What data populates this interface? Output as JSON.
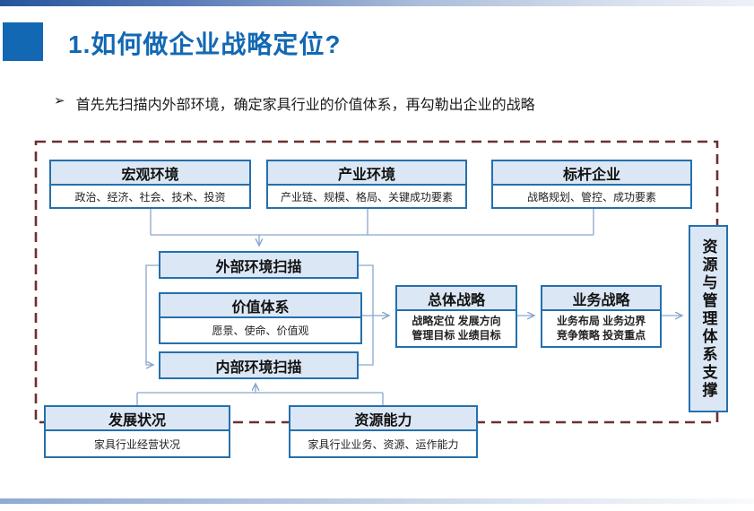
{
  "page": {
    "title": "1.如何做企业战略定位?",
    "bullet_marker": "➢",
    "bullet": "首先先扫描内外部环境，确定家具行业的价值体系，再勾勒出企业的战略"
  },
  "colors": {
    "accent_blue": "#1268b3",
    "box_border": "#2470ad",
    "box_header_fill": "#dce7f5",
    "dashed_frame": "#6e2f2f",
    "connector": "#8aa6cb",
    "top_bar_left": "#26549c",
    "bottom_bar_left": "#8fa9d4"
  },
  "diagram": {
    "top_row": [
      {
        "title": "宏观环境",
        "body": "政治、经济、社会、技术、投资"
      },
      {
        "title": "产业环境",
        "body": "产业链、规模、格局、关键成功要素"
      },
      {
        "title": "标杆企业",
        "body": "战略规划、管控、成功要素"
      }
    ],
    "scan": {
      "external": "外部环境扫描",
      "values": {
        "title": "价值体系",
        "body": "愿景、使命、价值观"
      },
      "internal": "内部环境扫描"
    },
    "strategy": [
      {
        "title": "总体战略",
        "lines": [
          "战略定位 发展方向",
          "管理目标 业绩目标"
        ]
      },
      {
        "title": "业务战略",
        "lines": [
          "业务布局 业务边界",
          "竞争策略 投资重点"
        ]
      }
    ],
    "support": "资源与管理体系支撑",
    "bottom_row": [
      {
        "title": "发展状况",
        "body": "家具行业经营状况"
      },
      {
        "title": "资源能力",
        "body": "家具行业业务、资源、运作能力"
      }
    ]
  }
}
